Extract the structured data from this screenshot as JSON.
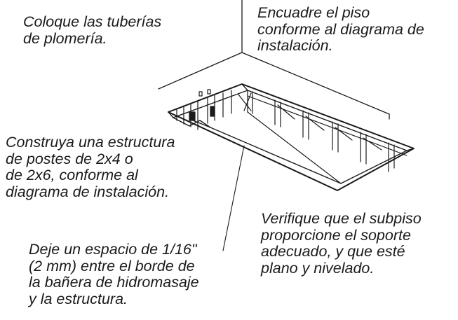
{
  "labels": {
    "plumbing": "Coloque las tuberías\nde plomería.",
    "frame_floor": "Encuadre el piso\nconforme al diagrama de\ninstalación.",
    "stud_frame": "Construya una estructura\nde postes de 2x4 o\nde 2x6, conforme al\ndiagrama de instalación.",
    "subfloor": "Verifique que el subpiso\nproporcione el soporte\nadecuado, y que esté\nplano y nivelado.",
    "gap": "Deje un espacio de 1/16\"\n(2 mm) entre el borde de\nla bañera de hidromasaje\ny la estructura."
  }
}
